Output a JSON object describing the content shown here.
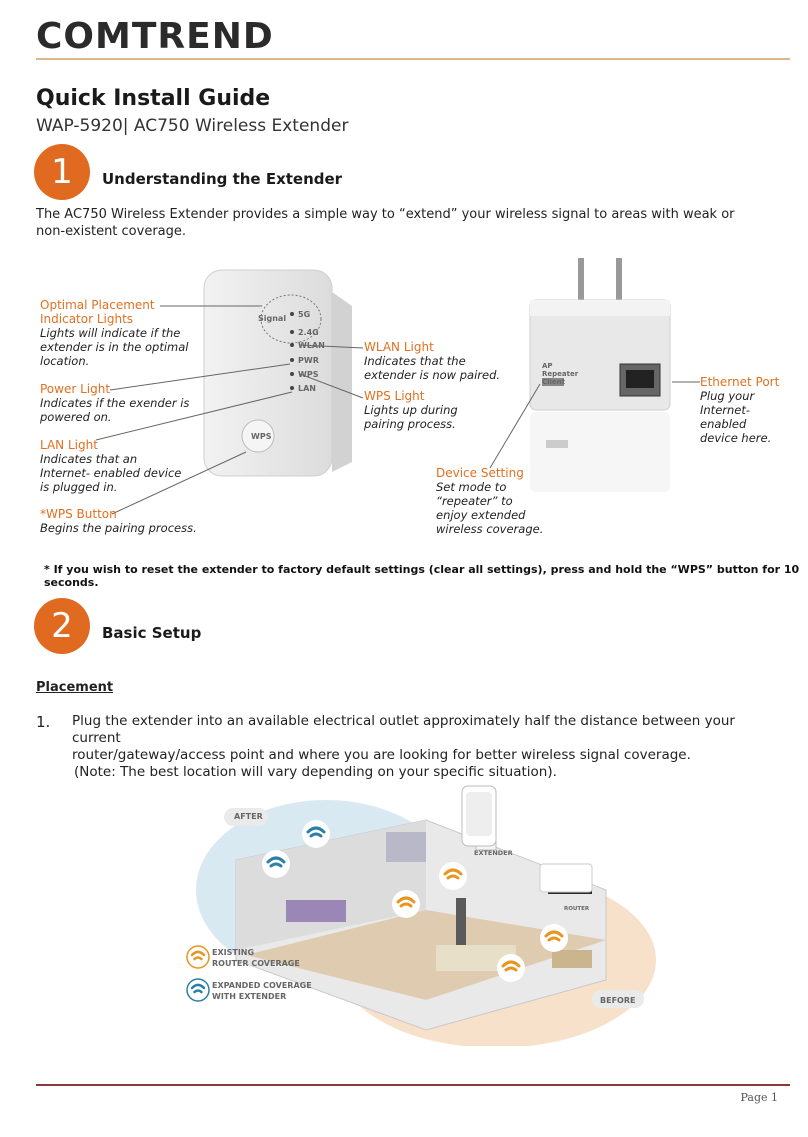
{
  "header": {
    "logo_text": "COMTREND",
    "page_label": "Page 1"
  },
  "guide": {
    "title": "Quick Install Guide",
    "subtitle": "WAP-5920| AC750 Wireless Extender"
  },
  "section1": {
    "number": "1",
    "heading": "Understanding the Extender",
    "intro": "The AC750 Wireless Extender provides a simple way to “extend” your wireless signal to areas with weak or non-existent coverage.",
    "callouts": {
      "optimal_title_1": "Optimal Placement",
      "optimal_title_2": "Indicator Lights",
      "optimal_desc_1": "Lights will indicate if the",
      "optimal_desc_2": "extender is in the optimal",
      "optimal_desc_3": "location.",
      "power_title": "Power Light",
      "power_desc_1": "Indicates if the exender is",
      "power_desc_2": "powered on.",
      "lan_title": "LAN Light",
      "lan_desc_1": "Indicates that an",
      "lan_desc_2": "Internet- enabled  device",
      "lan_desc_3": "is plugged in.",
      "wps_btn_title": "*WPS Button",
      "wps_btn_desc": "Begins the pairing process.",
      "wlan_title": "WLAN Light",
      "wlan_desc_1": "Indicates that the",
      "wlan_desc_2": "extender is now paired.",
      "wps_light_title": "WPS Light",
      "wps_light_desc_1": "Lights up during",
      "wps_light_desc_2": "pairing process.",
      "device_title": "Device Setting",
      "device_desc_1": "Set mode to",
      "device_desc_2": "“repeater” to",
      "device_desc_3": "enjoy extended",
      "device_desc_4": "wireless coverage.",
      "eth_title": "Ethernet Port",
      "eth_desc_1": "Plug your",
      "eth_desc_2": "Internet-",
      "eth_desc_3": "enabled",
      "eth_desc_4": "device here."
    },
    "device_labels": {
      "signal": "Signal",
      "5g": "5G",
      "24g": "2.4G",
      "wlan": "WLAN",
      "pwr": "PWR",
      "wps": "WPS",
      "lan": "LAN",
      "wps_button": "WPS",
      "switch_1": "AP",
      "switch_2": "Repeater",
      "switch_3": "Client"
    },
    "note": "* If you wish to reset the extender to factory default settings (clear all settings), press and hold the “WPS” button for 10 seconds."
  },
  "section2": {
    "number": "2",
    "heading": "Basic Setup",
    "placement_heading": "Placement",
    "item_number": "1.",
    "item_line1": "Plug the extender into an available electrical outlet approximately half the distance between your current",
    "item_line2": "router/gateway/access point and where you are looking for better wireless signal coverage.",
    "item_line3": "(Note: The best location will vary depending on your specific situation).",
    "illustration": {
      "after": "AFTER",
      "before": "BEFORE",
      "extender": "EXTENDER",
      "router": "ROUTER",
      "legend1_line1": "EXISTING",
      "legend1_line2": "ROUTER COVERAGE",
      "legend2_line1": "EXPANDED COVERAGE",
      "legend2_line2": "WITH EXTENDER"
    }
  },
  "colors": {
    "accent": "#e06a20",
    "wifi_orange": "#e8951f",
    "wifi_blue": "#2b7fa6",
    "rule_top": "#e0b48c",
    "rule_bottom": "#8a3a3a"
  }
}
